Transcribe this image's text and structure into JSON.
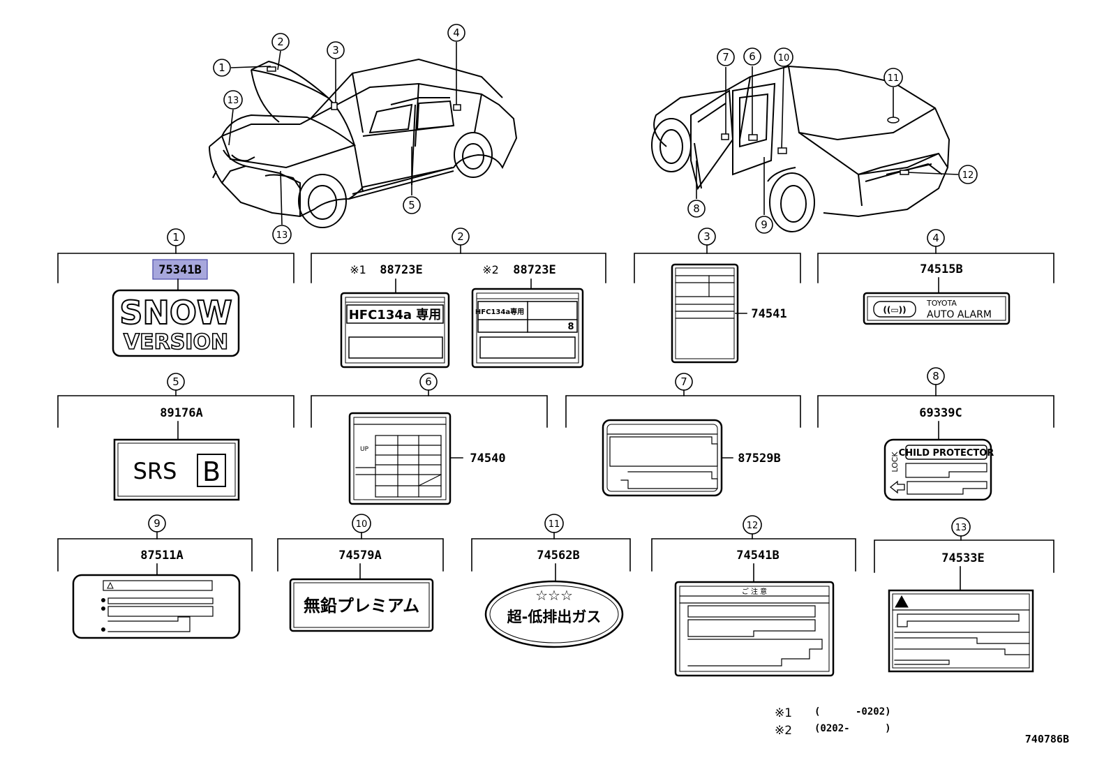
{
  "diagram_id": "740786B",
  "callouts": [
    "1",
    "2",
    "3",
    "4",
    "5",
    "6",
    "7",
    "8",
    "9",
    "10",
    "11",
    "12",
    "13"
  ],
  "parts": {
    "p1": {
      "num": "1",
      "part_no": "75341B",
      "label_top": "SNOW",
      "label_bottom": "VERSION"
    },
    "p2": {
      "num": "2",
      "left_mark": "※1",
      "left_part_no": "88723E",
      "right_mark": "※2",
      "right_part_no": "88723E",
      "left_label": "HFC134a 専用",
      "right_label": "HFC134a専用",
      "right_oil": "8"
    },
    "p3": {
      "num": "3",
      "part_no": "74541"
    },
    "p4": {
      "num": "4",
      "part_no": "74515B",
      "label_line1": "TOYOTA",
      "label_line2": "AUTO ALARM"
    },
    "p5": {
      "num": "5",
      "part_no": "89176A",
      "label": "SRS",
      "letter": "B"
    },
    "p6": {
      "num": "6",
      "part_no": "74540",
      "up": "UP"
    },
    "p7": {
      "num": "7",
      "part_no": "87529B"
    },
    "p8": {
      "num": "8",
      "part_no": "69339C",
      "label": "CHILD PROTECTOR",
      "lock": "LOCK"
    },
    "p9": {
      "num": "9",
      "part_no": "87511A"
    },
    "p10": {
      "num": "10",
      "part_no": "74579A",
      "label": "無鉛プレミアム"
    },
    "p11": {
      "num": "11",
      "part_no": "74562B",
      "stars": "☆☆☆",
      "label": "超-低排出ガス"
    },
    "p12": {
      "num": "12",
      "part_no": "74541B",
      "header": "ご 注 意"
    },
    "p13": {
      "num": "13",
      "part_no": "74533E"
    }
  },
  "notes": [
    {
      "mark": "※1",
      "range": "(      -0202)"
    },
    {
      "mark": "※2",
      "range": "(0202-      )"
    }
  ],
  "colors": {
    "highlight": "#a7a7dc",
    "line": "#000000"
  }
}
